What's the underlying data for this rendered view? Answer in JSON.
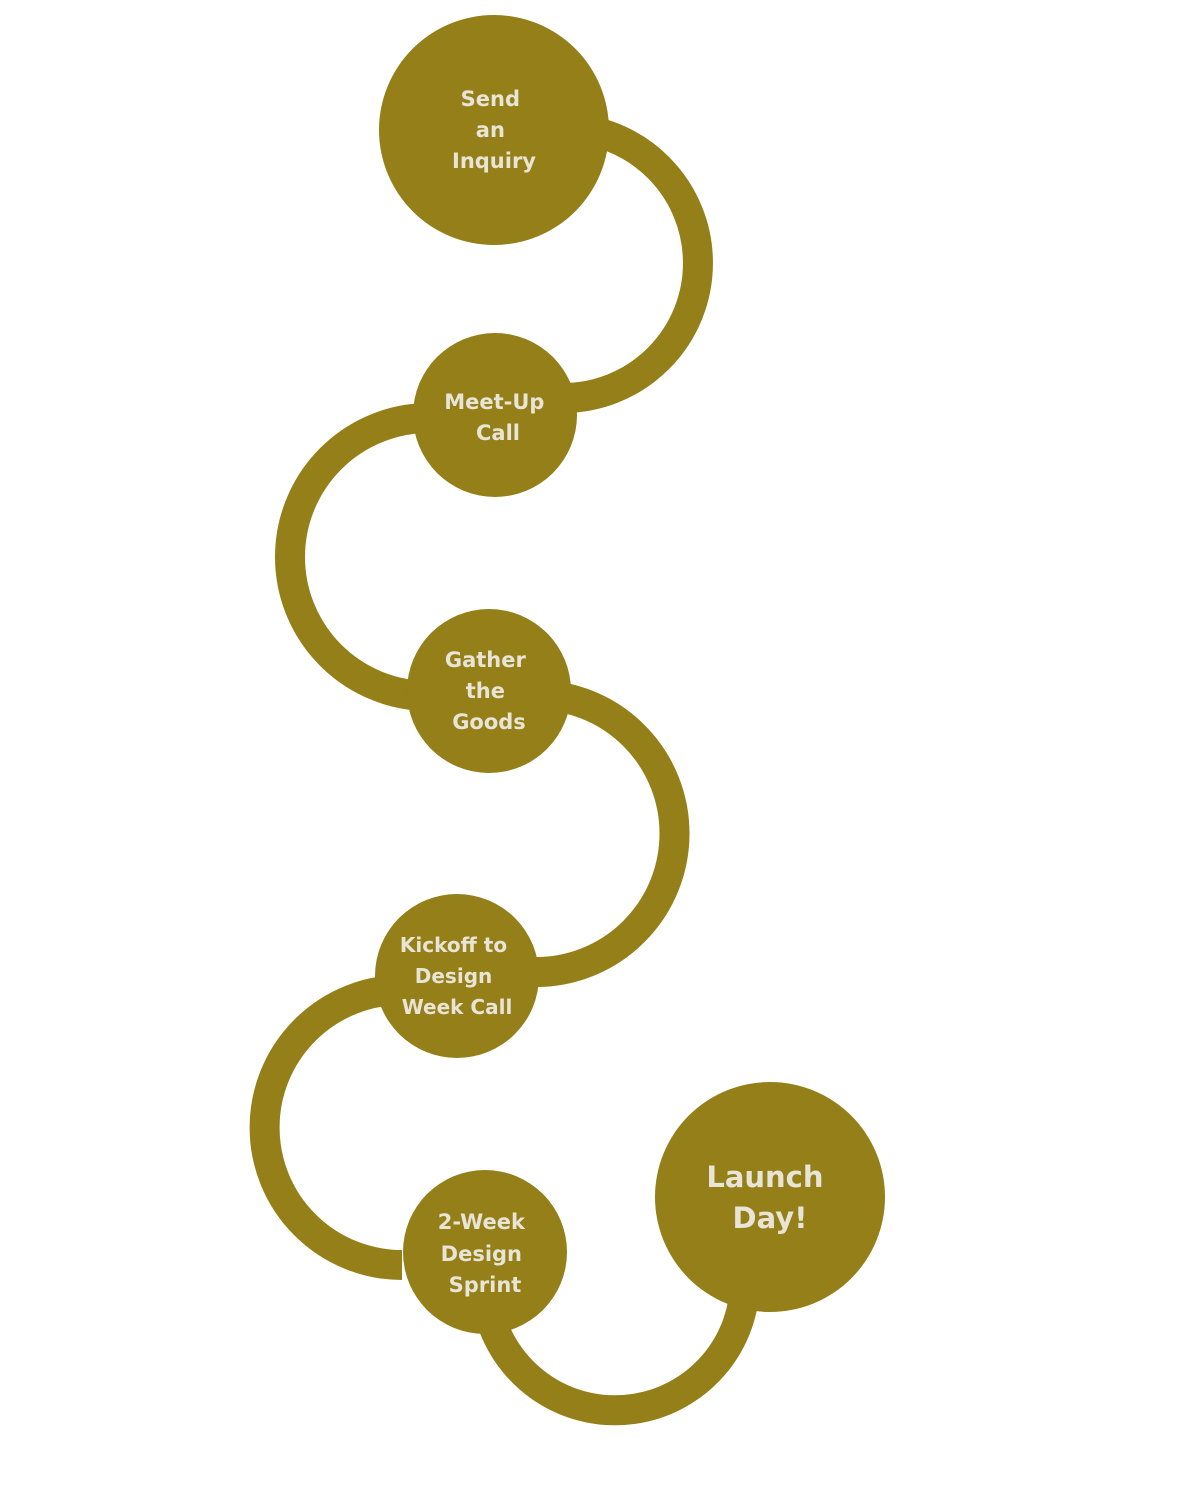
{
  "colors": {
    "node_fill": "#947F18",
    "text": "#E8E4D6",
    "background": "#FFFFFF"
  },
  "steps": [
    {
      "lines": [
        "Send",
        "an",
        "Inquiry"
      ]
    },
    {
      "lines": [
        "Meet-Up",
        "Call"
      ]
    },
    {
      "lines": [
        "Gather",
        "the",
        "Goods"
      ]
    },
    {
      "lines": [
        "Kickoff to",
        "Design",
        "Week Call"
      ]
    },
    {
      "lines": [
        "2-Week",
        "Design",
        "Sprint"
      ]
    },
    {
      "lines": [
        "Launch",
        "Day!"
      ]
    }
  ]
}
